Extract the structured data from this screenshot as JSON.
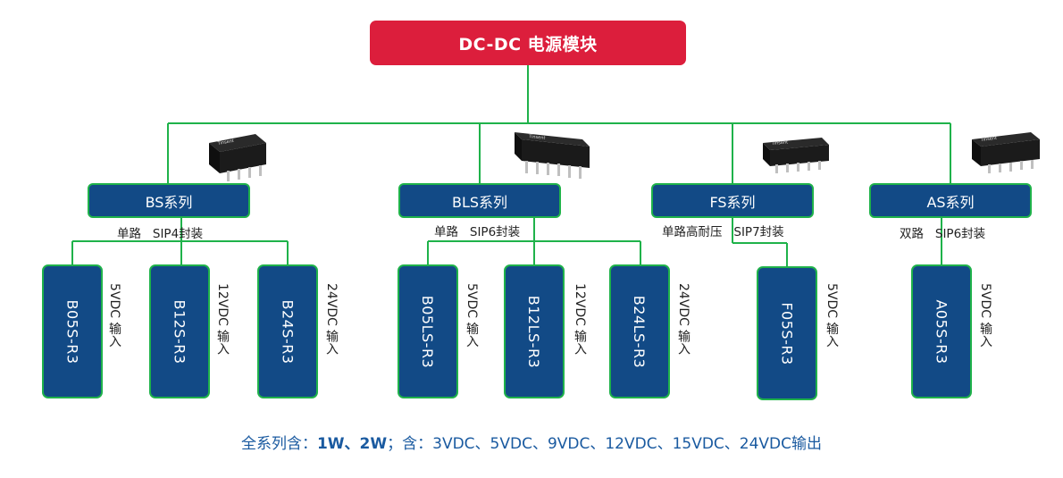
{
  "root": {
    "title": "DC-DC 电源模块"
  },
  "series": [
    {
      "name": "BS系列",
      "package": "单路   SIP4封装",
      "models": [
        {
          "name": "B05S-R3",
          "input": "5VDC 输入"
        },
        {
          "name": "B12S-R3",
          "input": "12VDC 输入"
        },
        {
          "name": "B24S-R3",
          "input": "24VDC 输入"
        }
      ]
    },
    {
      "name": "BLS系列",
      "package": "单路   SIP6封装",
      "models": [
        {
          "name": "B05LS-R3",
          "input": "5VDC 输入"
        },
        {
          "name": "B12LS-R3",
          "input": "12VDC 输入"
        },
        {
          "name": "B24LS-R3",
          "input": "24VDC 输入"
        }
      ]
    },
    {
      "name": "FS系列",
      "package": "单路高耐压   SIP7封装",
      "models": [
        {
          "name": "F05S-R3",
          "input": "5VDC 输入"
        }
      ]
    },
    {
      "name": "AS系列",
      "package": "双路   SIP6封装",
      "models": [
        {
          "name": "A05S-R3",
          "input": "5VDC 输入"
        }
      ]
    }
  ],
  "footer": {
    "prefix": "全系列含：",
    "power": "1W、2W",
    "suffix": "；含：3VDC、5VDC、9VDC、12VDC、15VDC、24VDC输出"
  },
  "colors": {
    "root": "#dc1e3c",
    "box": "#124a86",
    "line": "#1fb24a",
    "footer": "#1a5aa0"
  }
}
